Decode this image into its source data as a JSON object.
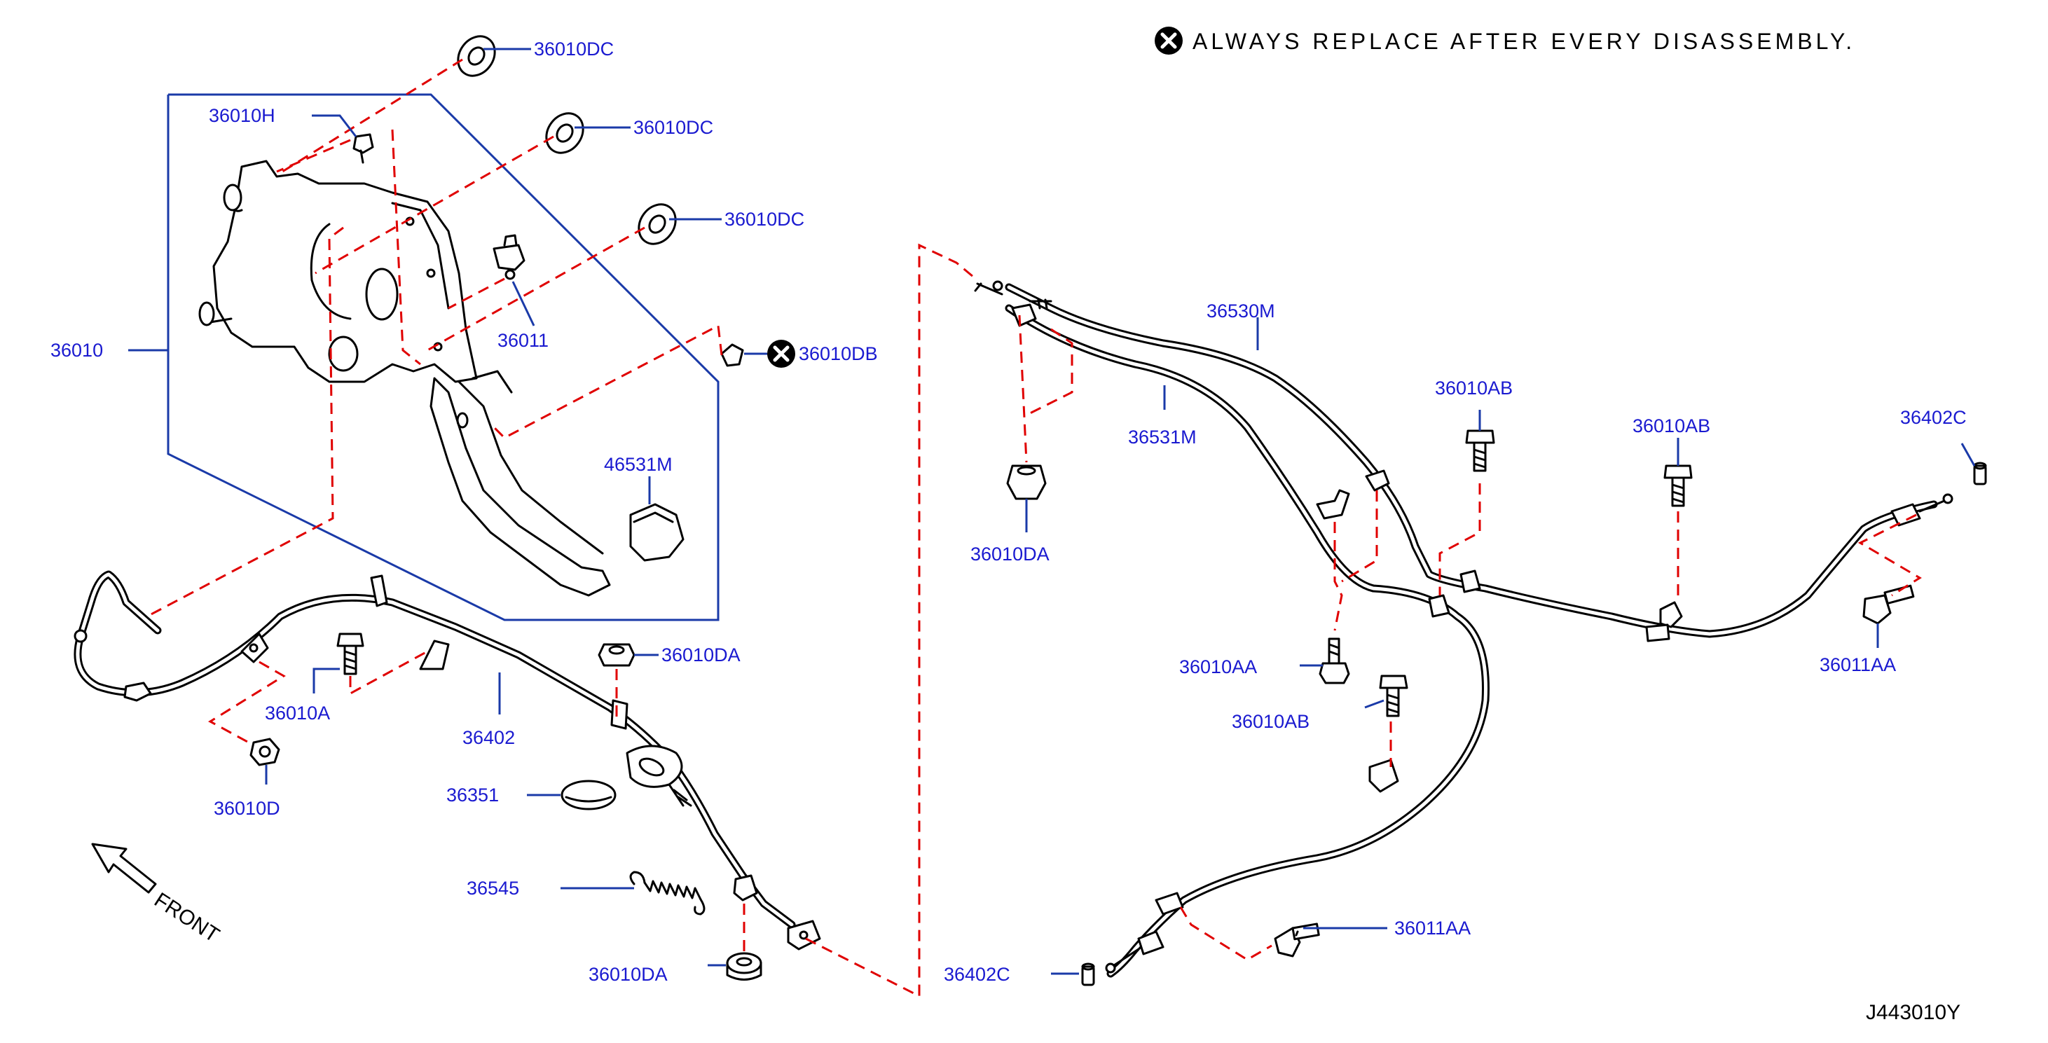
{
  "header": {
    "note_symbol": "✕",
    "note_text": "ALWAYS REPLACE AFTER EVERY DISASSEMBLY."
  },
  "diagram_code": "J443010Y",
  "direction_label": "FRONT",
  "parts": {
    "p36010DC_1": "36010DC",
    "p36010DC_2": "36010DC",
    "p36010DC_3": "36010DC",
    "p36010H": "36010H",
    "p36010": "36010",
    "p36011": "36011",
    "p36010DB": "36010DB",
    "p46531M": "46531M",
    "p36010A": "36010A",
    "p36010D": "36010D",
    "p36402": "36402",
    "p36010DA_1": "36010DA",
    "p36351": "36351",
    "p36545": "36545",
    "p36010DA_2": "36010DA",
    "p36530M": "36530M",
    "p36531M": "36531M",
    "p36010DA_3": "36010DA",
    "p36010AB_1": "36010AB",
    "p36010AB_2": "36010AB",
    "p36402C_1": "36402C",
    "p36011AA_1": "36011AA",
    "p36010AA": "36010AA",
    "p36010AB_3": "36010AB",
    "p36011AA_2": "36011AA",
    "p36402C_2": "36402C"
  },
  "colors": {
    "label": "#1a1ad0",
    "leader": "#1a3aa8",
    "dashed_reference": "#e00000",
    "line_art": "#000000"
  }
}
